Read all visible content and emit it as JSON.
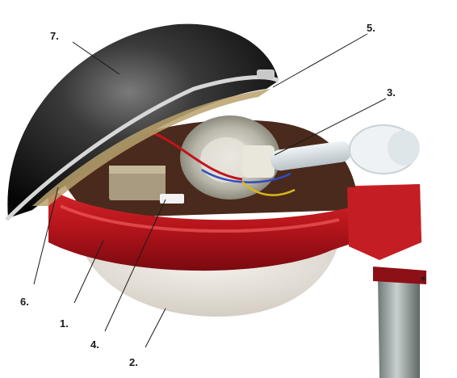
{
  "labels": {
    "l1": "1.",
    "l2": "2.",
    "l3": "3.",
    "l4": "4.",
    "l5": "5.",
    "l6": "6.",
    "l7": "7."
  }
}
